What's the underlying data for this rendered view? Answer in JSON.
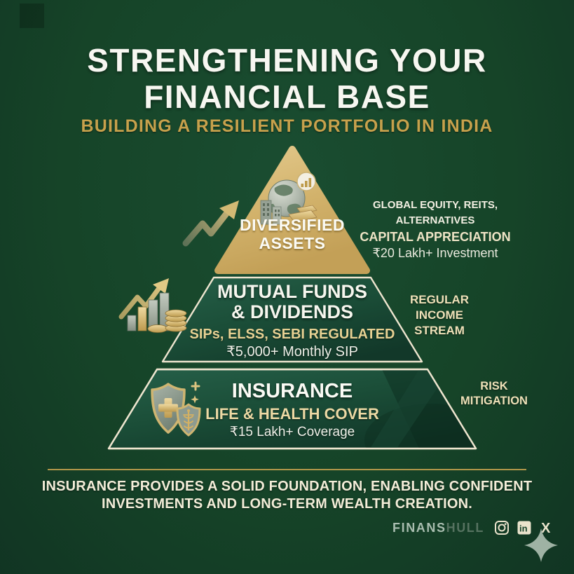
{
  "header": {
    "title_line1": "STRENGTHENING YOUR",
    "title_line2": "FINANCIAL BASE",
    "subtitle": "BUILDING A RESILIENT PORTFOLIO IN INDIA"
  },
  "pyramid": {
    "top_tier": {
      "label_line1": "DIVERSIFIED",
      "label_line2": "ASSETS",
      "icon": "globe-buildings-goldbar-chart-icon",
      "left_icon": "growth-arrow-icon",
      "note_line1": "GLOBAL EQUITY, REITS, ALTERNATIVES",
      "note_line2": "CAPITAL APPRECIATION",
      "note_line3": "₹20 Lakh+ Investment",
      "color": "#d2b26b"
    },
    "middle_tier": {
      "label_line1": "MUTUAL FUNDS",
      "label_line2": "& DIVIDENDS",
      "detail_line1": "SIPs, ELSS, SEBI REGULATED",
      "detail_line2": "₹5,000+ Monthly SIP",
      "icon": "bar-chart-coins-arrow-icon",
      "note_line1": "REGULAR",
      "note_line2": "INCOME",
      "note_line3": "STREAM",
      "color": "#1b4e38"
    },
    "bottom_tier": {
      "label": "INSURANCE",
      "detail_line1": "LIFE & HEALTH COVER",
      "detail_line2": "₹15 Lakh+ Coverage",
      "icon": "shield-cross-caduceus-icon",
      "note_line1": "RISK",
      "note_line2": "MITIGATION",
      "color": "#1b4e38"
    }
  },
  "footer": {
    "message_line1": "INSURANCE PROVIDES A SOLID FOUNDATION, ENABLING CONFIDENT",
    "message_line2": "INVESTMENTS AND LONG-TERM WEALTH CREATION.",
    "brand_primary": "FINANS",
    "brand_secondary": "HULL",
    "social_icons": [
      "instagram-icon",
      "linkedin-icon",
      "x-icon"
    ],
    "social_glyphs": {
      "linkedin": "in",
      "x": "X"
    },
    "logo_icon": "four-point-sparkle-icon"
  },
  "colors": {
    "background": "#16442a",
    "gold": "#d2b26b",
    "tier_green": "#1b4e38",
    "outline_cream": "#eee5cf",
    "subtitle_gold": "#c7a14c",
    "note_cream": "#eee1b8"
  }
}
